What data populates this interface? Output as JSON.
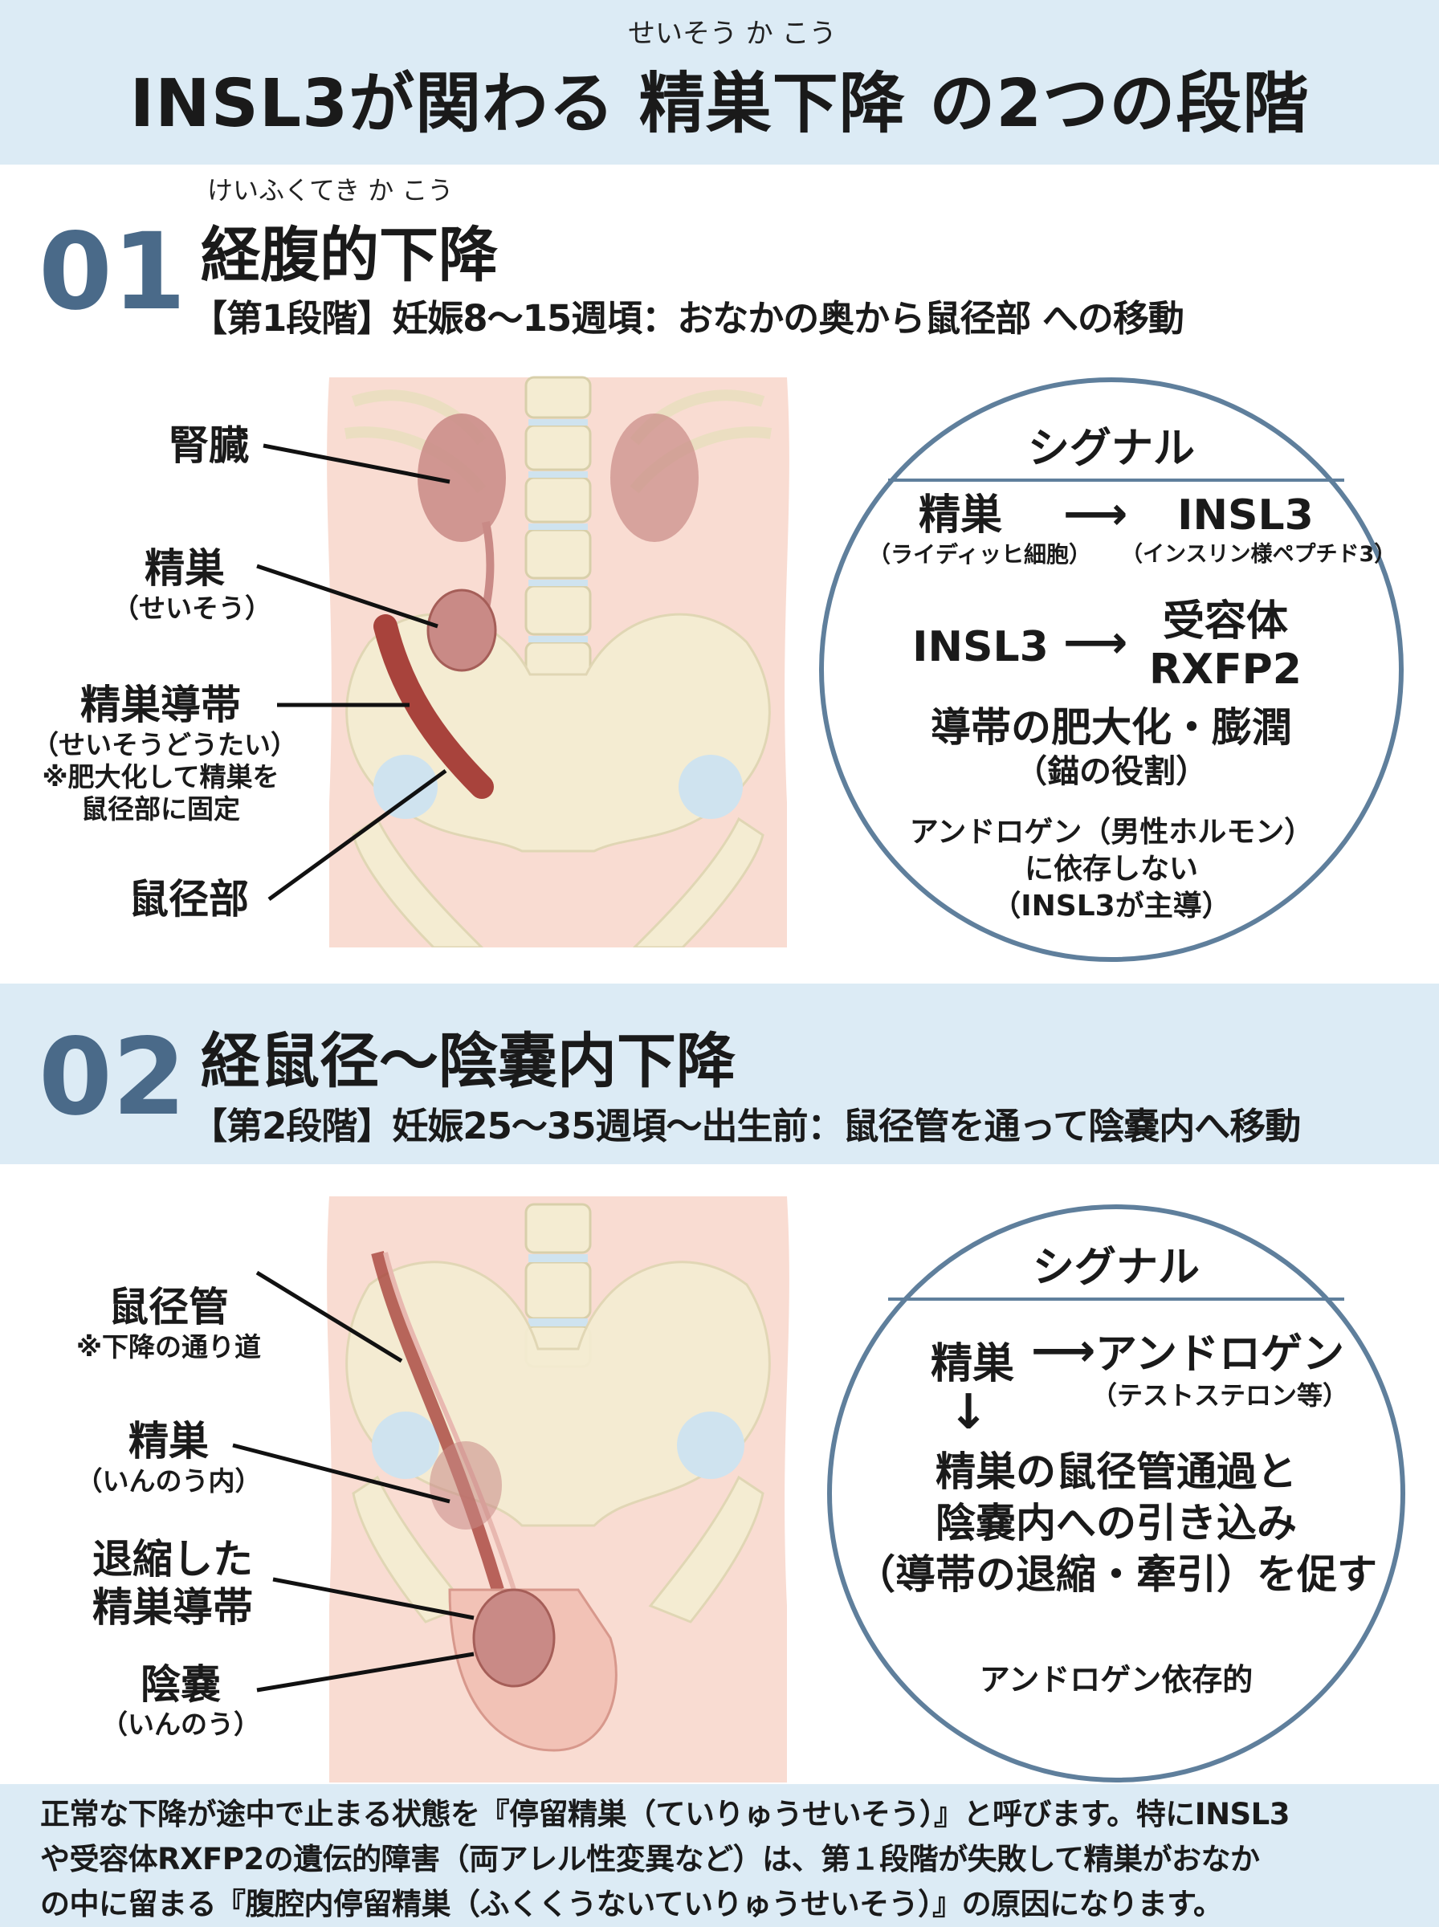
{
  "header": {
    "title_pre": "INSL3が関わる",
    "title_key": "精巣下降",
    "title_post": "の2つの段階",
    "title_ruby": "せいそう か こう"
  },
  "stage1": {
    "number": "01",
    "ruby": "けいふくてき か こう",
    "title": "経腹的下降",
    "subtitle": "【第1段階】妊娠8〜15週頃：おなかの奥から鼠径部 への移動",
    "labels": {
      "kidney": "腎臓",
      "testis": "精巣",
      "testis_reading": "（せいそう）",
      "gubernaculum": "精巣導帯",
      "gubernaculum_reading": "（せいそうどうたい）",
      "gubernaculum_note1": "※肥大化して精巣を",
      "gubernaculum_note2": "鼠径部に固定",
      "inguinal": "鼠径部"
    },
    "signal": {
      "heading": "シグナル",
      "row1_left": "精巣",
      "row1_left_sub": "（ライディッヒ細胞）",
      "row1_right": "INSL3",
      "row1_right_sub": "（インスリン様ペプチド3）",
      "row2_left": "INSL3",
      "row2_right1": "受容体",
      "row2_right2": "RXFP2",
      "effect": "導帯の肥大化・膨潤",
      "effect_sub": "（錨の役割）",
      "note1": "アンドロゲン（男性ホルモン）",
      "note2": "に依存しない",
      "note3": "（INSL3が主導）"
    }
  },
  "stage2": {
    "number": "02",
    "title": "経鼠径〜陰嚢内下降",
    "subtitle": "【第2段階】妊娠25〜35週頃〜出生前：鼠径管を通って陰嚢内へ移動",
    "labels": {
      "canal": "鼠径管",
      "canal_note": "※下降の通り道",
      "testis": "精巣",
      "testis_note": "（いんのう内）",
      "retracted1": "退縮した",
      "retracted2": "精巣導帯",
      "scrotum": "陰嚢",
      "scrotum_reading": "（いんのう）"
    },
    "signal": {
      "heading": "シグナル",
      "row1_left": "精巣",
      "row1_right": "アンドロゲン",
      "row1_right_sub": "（テストステロン等）",
      "effect1": "精巣の鼠径管通過と",
      "effect2": "陰嚢内への引き込み",
      "effect3": "（導帯の退縮・牽引）を促す",
      "note": "アンドロゲン依存的"
    }
  },
  "footer": {
    "line1": "正常な下降が途中で止まる状態を『停留精巣（ていりゅうせいそう）』と呼びます。特にINSL3",
    "line2": "や受容体RXFP2の遺伝的障害（両アレル性変異など）は、第１段階が失敗して精巣がおなか",
    "line3": "の中に留まる『腹腔内停留精巣（ふくくうないていりゅうせいそう）』の原因になります。"
  },
  "colors": {
    "band": "#dcebf5",
    "accent": "#4a6a89",
    "circle_border": "#5f7f9c",
    "skin": "#f9dcd2",
    "bone": "#f4ecd2",
    "organ": "#c98a86",
    "gubernaculum": "#a8433c"
  },
  "icons": [
    "arrow-right-icon",
    "arrow-down-icon"
  ]
}
